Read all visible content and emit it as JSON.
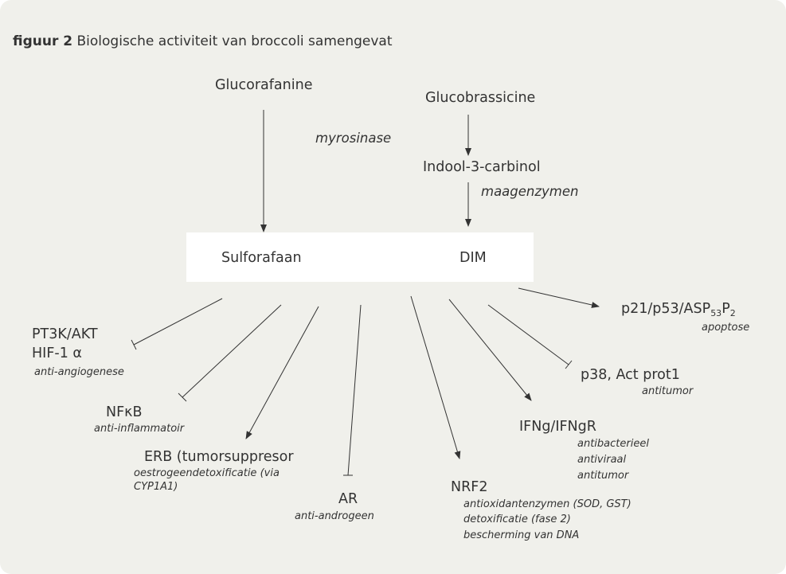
{
  "figure": {
    "label": "figuur 2",
    "title": "Biologische activiteit van broccoli samengevat"
  },
  "sources": {
    "glucorafanine": "Glucorafanine",
    "glucobrassicine": "Glucobrassicine",
    "indool": "Indool-3-carbinol"
  },
  "enzymes": {
    "myrosinase": "myrosinase",
    "maagenzymen": "maagenzymen"
  },
  "products": {
    "sulforafaan": "Sulforafaan",
    "dim": "DIM"
  },
  "targets": {
    "pt3k": {
      "line1": "PT3K/AKT",
      "line2": "HIF-1 α",
      "notes": [
        "anti-angiogenese"
      ]
    },
    "nfkb": {
      "label": "NFκB",
      "notes": [
        "anti-inflammatoir"
      ]
    },
    "erb": {
      "label": "ERB (tumorsuppresor",
      "notes": [
        "oestrogeendetoxificatie (via",
        "CYP1A1)"
      ]
    },
    "ar": {
      "label": "AR",
      "notes": [
        "anti-androgeen"
      ]
    },
    "nrf2": {
      "label": "NRF2",
      "notes": [
        "antioxidantenzymen (SOD, GST)",
        "detoxificatie (fase 2)",
        "bescherming van DNA"
      ]
    },
    "ifng": {
      "label": "IFNg/IFNgR",
      "notes": [
        "antibacterieel",
        "antiviraal",
        "antitumor"
      ]
    },
    "p38": {
      "label": "p38, Act prot1",
      "notes": [
        "antitumor"
      ]
    },
    "p21": {
      "label_main": "p21/p53/ASP",
      "label_sub1": "53",
      "label_mid": "P",
      "label_sub2": "2",
      "notes": [
        "apoptose"
      ]
    }
  }
}
